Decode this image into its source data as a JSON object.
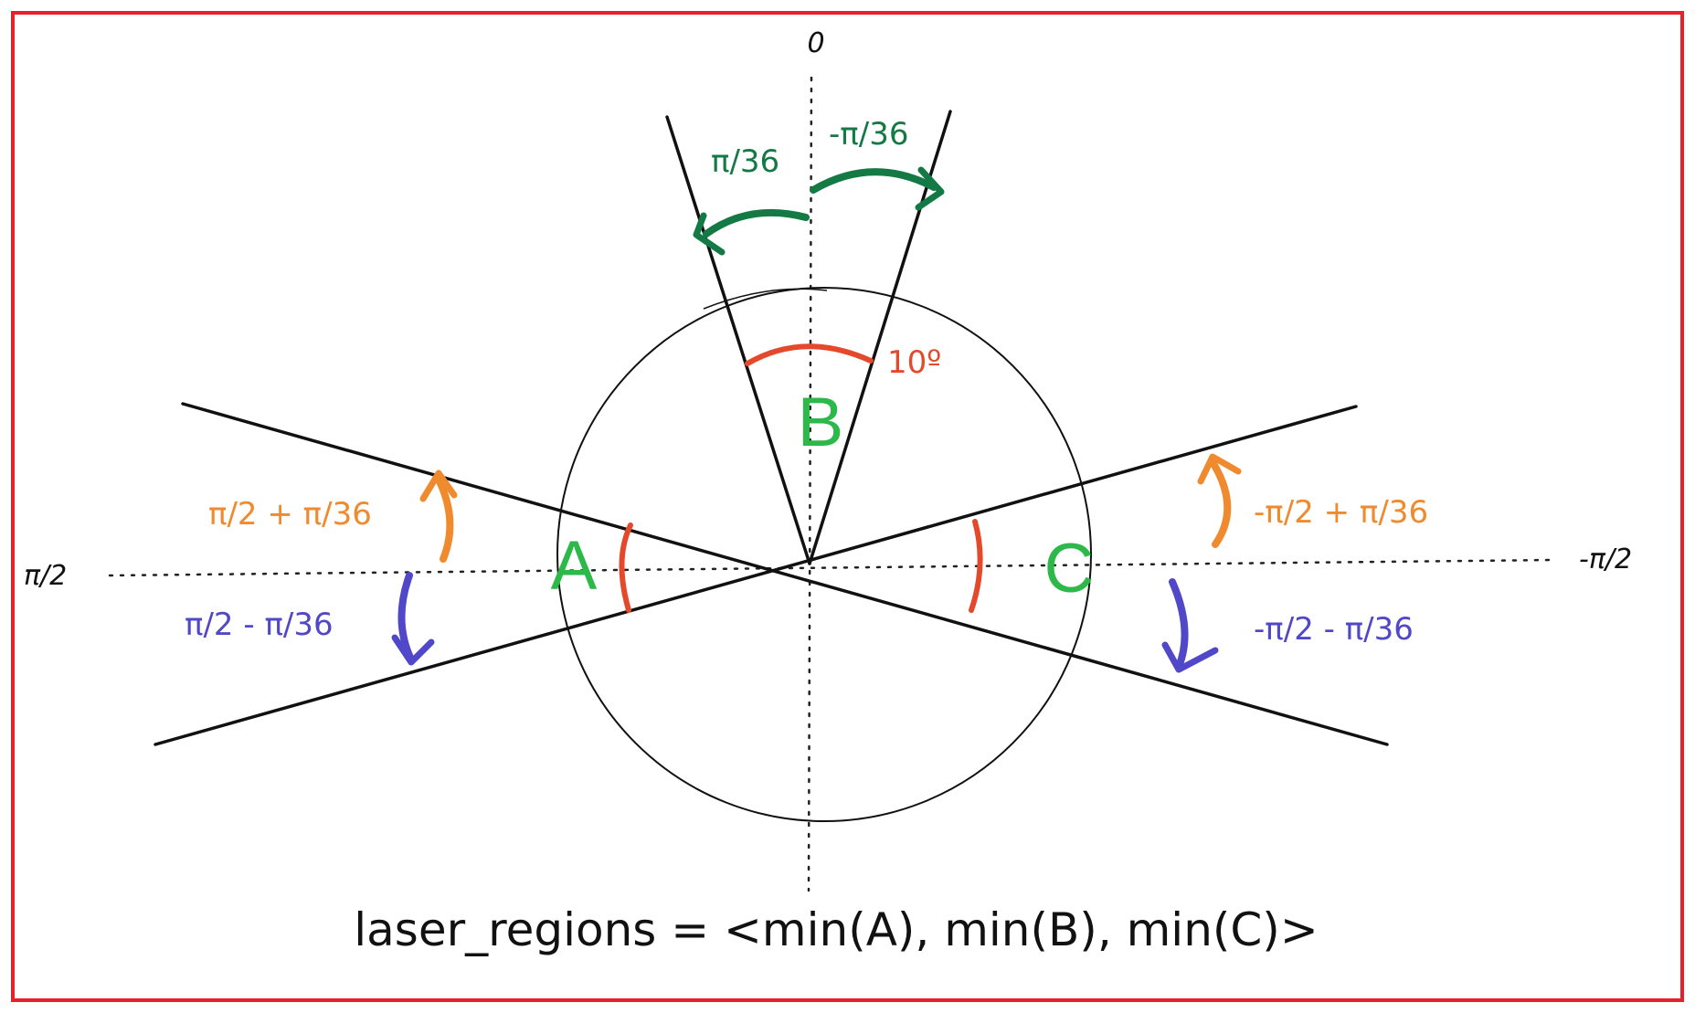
{
  "diagram": {
    "axis_labels": {
      "top": "0",
      "left": "π/2",
      "right": "-π/2"
    },
    "region_labels": {
      "a": "A",
      "b": "B",
      "c": "C"
    },
    "angle_labels": {
      "top_left": "π/36",
      "top_right": "-π/36",
      "left_upper": "π/2 + π/36",
      "left_lower": "π/2 - π/36",
      "right_upper": "-π/2 + π/36",
      "right_lower": "-π/2 - π/36",
      "sector_width": "10º"
    },
    "caption": "laser_regions = <min(A), min(B), min(C)>",
    "colors": {
      "frame": "#e8202a",
      "line": "#111111",
      "region_label": "#2db84a",
      "green_arrow": "#147a45",
      "orange_arrow": "#f08a2e",
      "purple_arrow": "#5048c8",
      "red_arc": "#e5492c"
    }
  }
}
